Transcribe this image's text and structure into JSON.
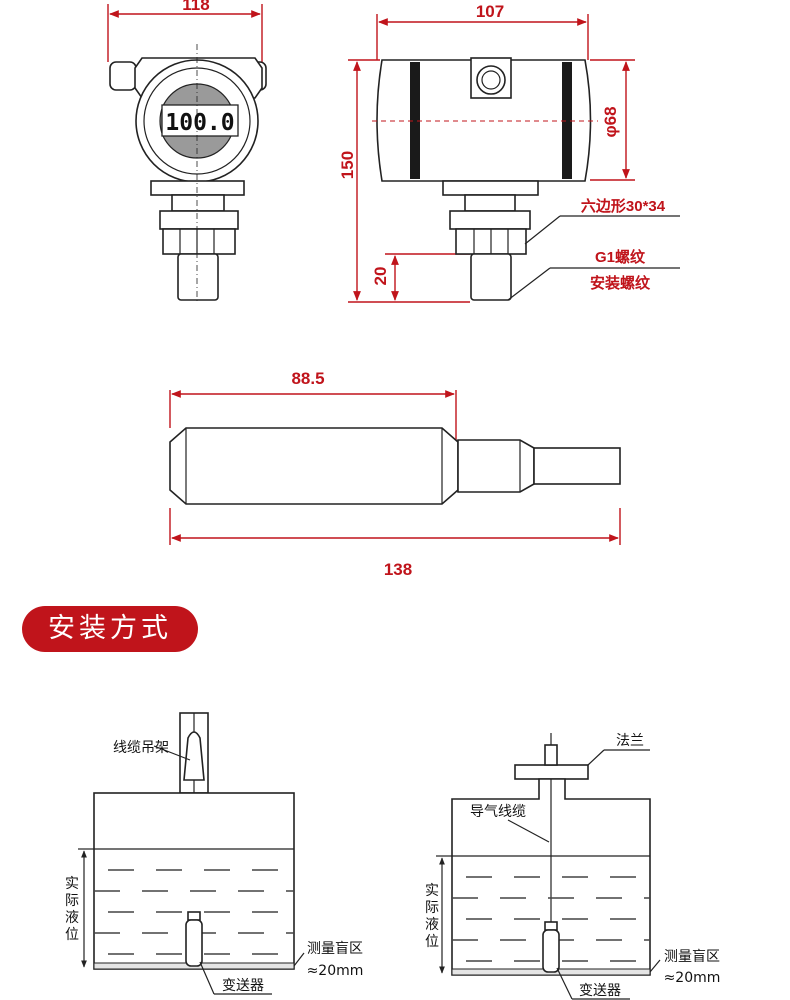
{
  "dimensions": {
    "front_width": "118",
    "side_length": "107",
    "total_height": "150",
    "diameter": "φ68",
    "thread_length": "20",
    "probe_length": "88.5",
    "probe_total": "138"
  },
  "display": {
    "reading": "100.0"
  },
  "callouts": {
    "hex": "六边形30*34",
    "thread": "G1螺纹",
    "mount": "安装螺纹"
  },
  "section": {
    "title": "安装方式"
  },
  "install_left": {
    "hanger": "线缆吊架",
    "level": [
      "实",
      "际",
      "液",
      "位"
    ],
    "blind_zone": "测量盲区",
    "blind_value": "≈20mm",
    "transmitter": "变送器"
  },
  "install_right": {
    "flange": "法兰",
    "cable": "导气线缆",
    "level": [
      "实",
      "际",
      "液",
      "位"
    ],
    "blind_zone": "测量盲区",
    "blind_value": "≈20mm",
    "transmitter": "变送器"
  },
  "colors": {
    "accent": "#c0141b",
    "line": "#222222"
  }
}
